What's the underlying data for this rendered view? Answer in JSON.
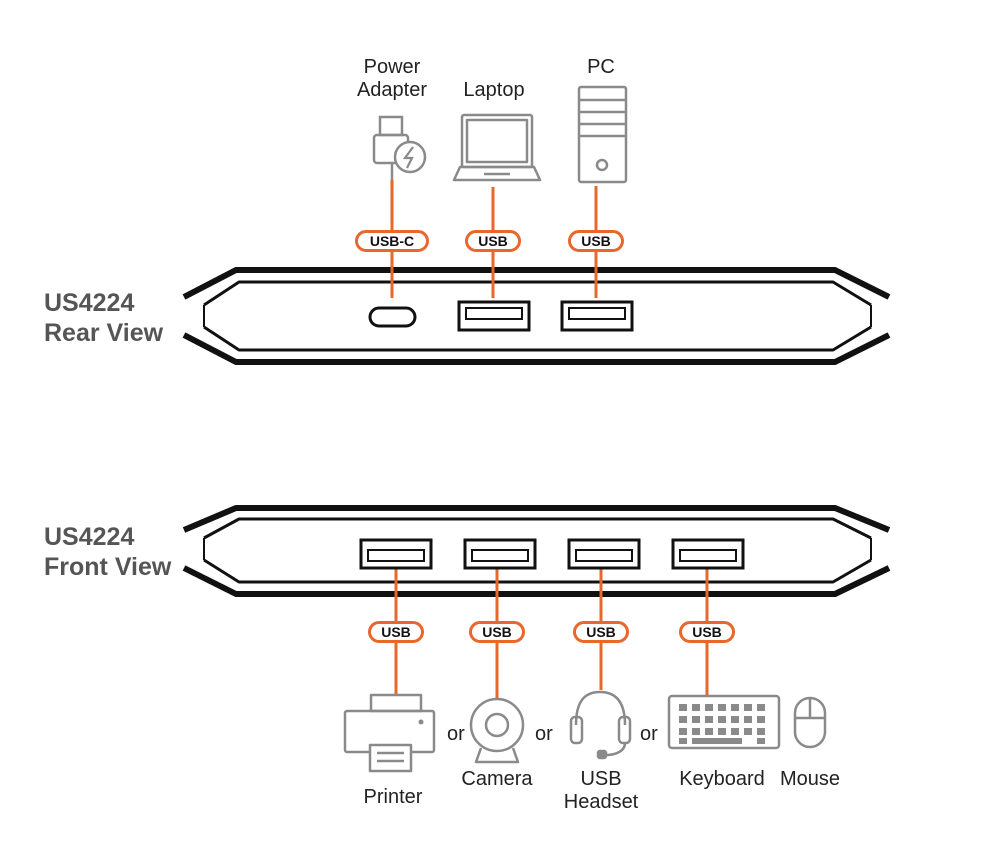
{
  "rear": {
    "title_line1": "US4224",
    "title_line2": "Rear View",
    "devices": [
      {
        "label_line1": "Power",
        "label_line2": "Adapter",
        "port": "USB-C"
      },
      {
        "label_line1": "Laptop",
        "port": "USB"
      },
      {
        "label_line1": "PC",
        "port": "USB"
      }
    ]
  },
  "front": {
    "title_line1": "US4224",
    "title_line2": "Front View",
    "ports": [
      "USB",
      "USB",
      "USB",
      "USB"
    ],
    "devices": [
      {
        "label_line1": "Printer"
      },
      {
        "label_line1": "Camera"
      },
      {
        "label_line1": "USB",
        "label_line2": "Headset"
      },
      {
        "label_line1": "Keyboard"
      },
      {
        "label_line1": "Mouse"
      }
    ],
    "separator": "or"
  },
  "colors": {
    "cable": "#e8672a",
    "icon": "#8a8a8a",
    "outline": "#111111",
    "label": "#555555"
  },
  "icons": [
    "power-adapter-icon",
    "laptop-icon",
    "pc-icon",
    "printer-icon",
    "camera-icon",
    "headset-icon",
    "keyboard-icon",
    "mouse-icon"
  ]
}
